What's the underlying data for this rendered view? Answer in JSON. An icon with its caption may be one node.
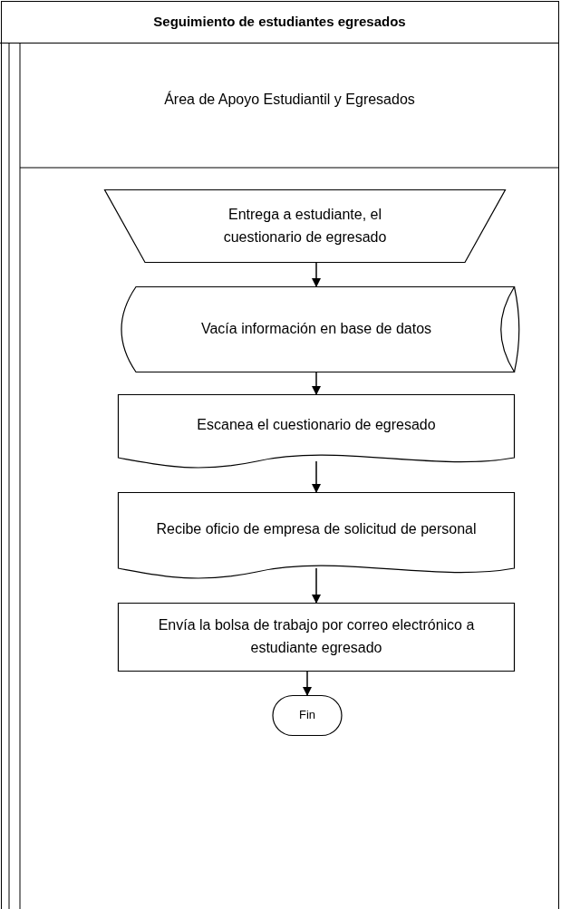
{
  "diagram": {
    "title": "Seguimiento de estudiantes egresados",
    "nodes": [
      {
        "text": [
          "Área de Apoyo Estudiantil y Egresados"
        ]
      },
      {
        "text": [
          "Entrega a estudiante, el cuestionario de egresado"
        ],
        "in": 0
      },
      {
        "text": [
          "Vacía información en base de datos"
        ],
        "in": 0
      },
      {
        "text": [
          "Escanea el cuestionario de egresado"
        ],
        "in": 0
      },
      {
        "text": [
          "Recibe oficio de empresa de solicitud de personal"
        ],
        "in": 0
      },
      {
        "text": [
          "Envía la bolsa de trabajo por correo electrónico a estudiante egresado"
        ],
        "in": 0
      },
      {
        "text": [
          "Fin"
        ],
        "in": 0
      }
    ],
    "edges": [
      {
        "from": 1,
        "to": 2,
        "arrow": "to"
      },
      {
        "from": 2,
        "to": 3,
        "arrow": "to"
      },
      {
        "from": 3,
        "to": 4,
        "arrow": "to"
      },
      {
        "from": 4,
        "to": 5,
        "arrow": "to"
      },
      {
        "from": 5,
        "to": 6,
        "arrow": "to"
      }
    ]
  }
}
